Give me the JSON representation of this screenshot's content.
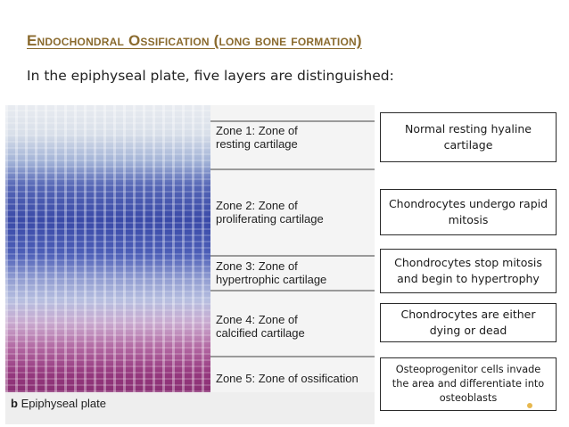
{
  "slide": {
    "title": "Endochondral Ossification (long bone formation)",
    "subtitle": "In the epiphyseal plate, five layers are distinguished:"
  },
  "figure": {
    "caption_letter": "b",
    "caption": "Epiphyseal plate",
    "zones": [
      {
        "line1": "Zone 1: Zone of",
        "line2": "resting cartilage"
      },
      {
        "line1": "Zone 2: Zone of",
        "line2": "proliferating cartilage"
      },
      {
        "line1": "Zone 3: Zone of",
        "line2": "hypertrophic cartilage"
      },
      {
        "line1": "Zone 4: Zone of",
        "line2": "calcified cartilage"
      },
      {
        "line1": "Zone 5: Zone of ossification",
        "line2": ""
      }
    ]
  },
  "descriptions": [
    "Normal resting hyaline cartilage",
    "Chondrocytes undergo rapid mitosis",
    "Chondrocytes stop mitosis and begin to hypertrophy",
    "Chondrocytes are either dying or dead",
    "Osteoprogenitor cells invade the area and differentiate into osteoblasts"
  ],
  "colors": {
    "title": "#8a6a2e",
    "accent_dot": "#e7b84f"
  }
}
